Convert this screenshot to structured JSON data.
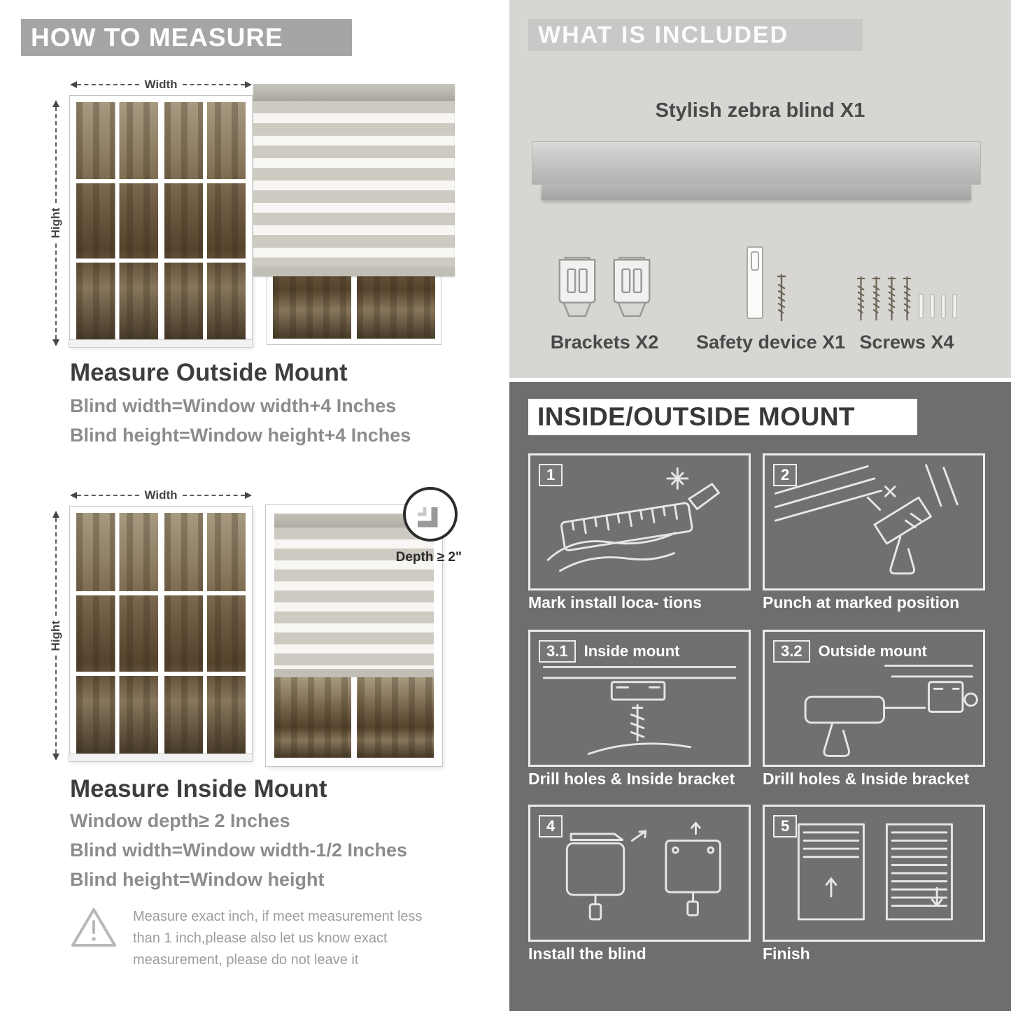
{
  "page": {
    "how_to_measure": "HOW TO MEASURE",
    "what_is_included": "WHAT IS INCLUDED",
    "inside_outside_mount": "INSIDE/OUTSIDE MOUNT"
  },
  "measure": {
    "width_label": "Width",
    "height_label": "Hight",
    "outside": {
      "title": "Measure Outside Mount",
      "lines": [
        "Blind width=Window width+4 Inches",
        "Blind height=Window height+4 Inches"
      ]
    },
    "inside": {
      "title": "Measure Inside Mount",
      "depth_callout": "Depth ≥ 2\"",
      "lines": [
        "Window depth≥ 2 Inches",
        "Blind width=Window width-1/2 Inches",
        "Blind height=Window height"
      ]
    },
    "warning": "Measure exact inch, if meet measurement less than 1 inch,please also let us know exact measurement, please do not leave it"
  },
  "included": {
    "blind_label": "Stylish zebra blind X1",
    "items": [
      {
        "label": "Brackets X2"
      },
      {
        "label": "Safety device X1"
      },
      {
        "label": "Screws X4"
      }
    ]
  },
  "mount": {
    "steps": [
      {
        "num": "1",
        "title": "",
        "caption": "Mark install loca- tions"
      },
      {
        "num": "2",
        "title": "",
        "caption": "Punch at  marked position"
      },
      {
        "num": "3.1",
        "title": "Inside mount",
        "caption": "Drill holes &  Inside bracket"
      },
      {
        "num": "3.2",
        "title": "Outside mount",
        "caption": "Drill holes &  Inside bracket"
      },
      {
        "num": "4",
        "title": "",
        "caption": "Install the blind"
      },
      {
        "num": "5",
        "title": "",
        "caption": "Finish"
      }
    ]
  },
  "colors": {
    "banner_gray": "#a5a5a5",
    "light_section": "#d7d6d3",
    "dark_section": "#6f6e6e",
    "body_text": "#8c8c8c",
    "heading_text": "#3e3e3e"
  }
}
